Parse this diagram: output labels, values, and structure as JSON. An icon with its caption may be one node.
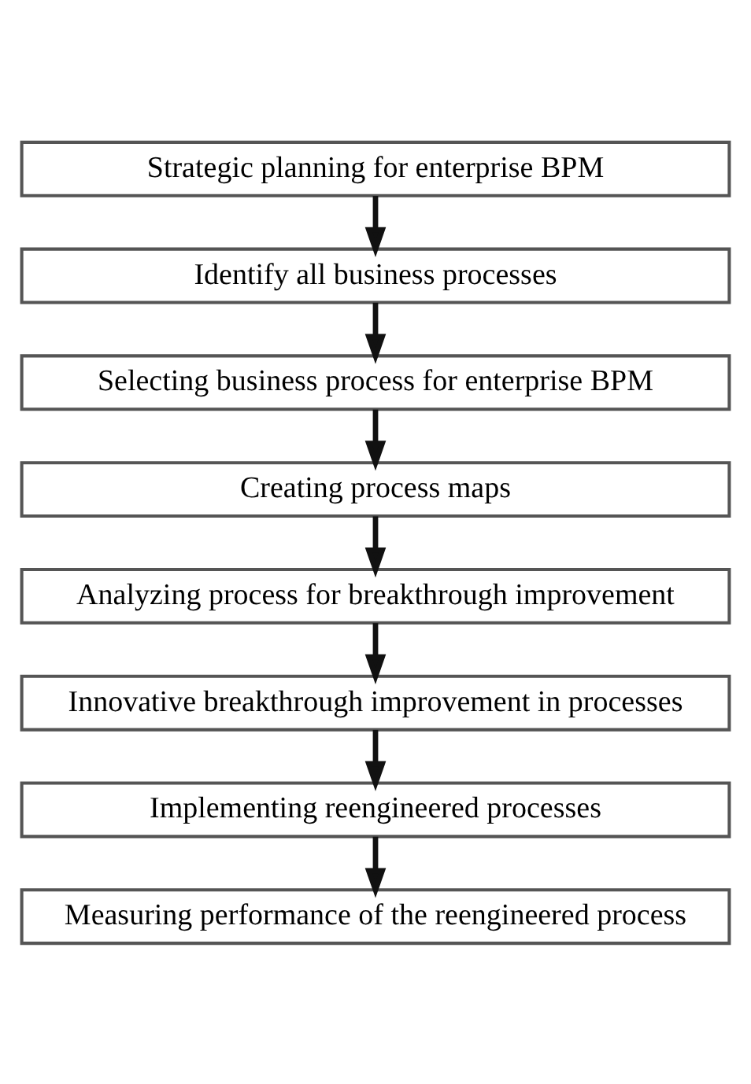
{
  "diagram": {
    "nodes": [
      {
        "text": [
          "Strategic planning for enterprise BPM"
        ]
      },
      {
        "text": [
          "Identify all business processes"
        ]
      },
      {
        "text": [
          "Selecting business process for enterprise BPM"
        ]
      },
      {
        "text": [
          "Creating process maps"
        ]
      },
      {
        "text": [
          "Analyzing process for breakthrough improvement"
        ]
      },
      {
        "text": [
          "Innovative breakthrough improvement in processes"
        ]
      },
      {
        "text": [
          "Implementing reengineered processes"
        ]
      },
      {
        "text": [
          "Measuring performance of the reengineered process"
        ]
      }
    ],
    "edges": [
      {
        "from": 0,
        "to": 1,
        "arrow": "to"
      },
      {
        "from": 1,
        "to": 2,
        "arrow": "to"
      },
      {
        "from": 2,
        "to": 3,
        "arrow": "to"
      },
      {
        "from": 3,
        "to": 4,
        "arrow": "to"
      },
      {
        "from": 4,
        "to": 5,
        "arrow": "to"
      },
      {
        "from": 5,
        "to": 6,
        "arrow": "to"
      },
      {
        "from": 6,
        "to": 7,
        "arrow": "to"
      }
    ]
  }
}
